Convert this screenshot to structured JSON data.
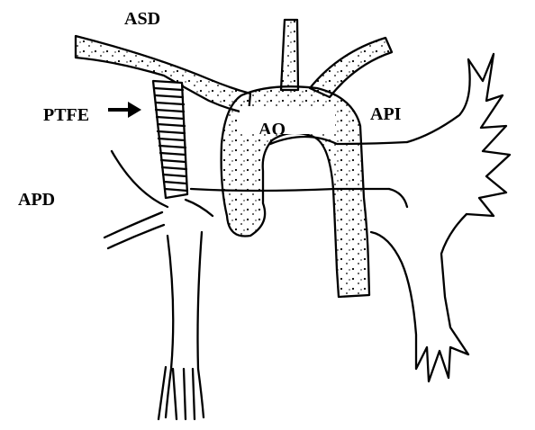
{
  "labels": {
    "asd": "ASD",
    "ptfe": "PTFE",
    "api": "API",
    "apd": "APD",
    "ao": "AO"
  },
  "colors": {
    "ink": "#000000",
    "paper": "#ffffff"
  },
  "icons": {
    "pointer": "right-arrow-icon"
  }
}
